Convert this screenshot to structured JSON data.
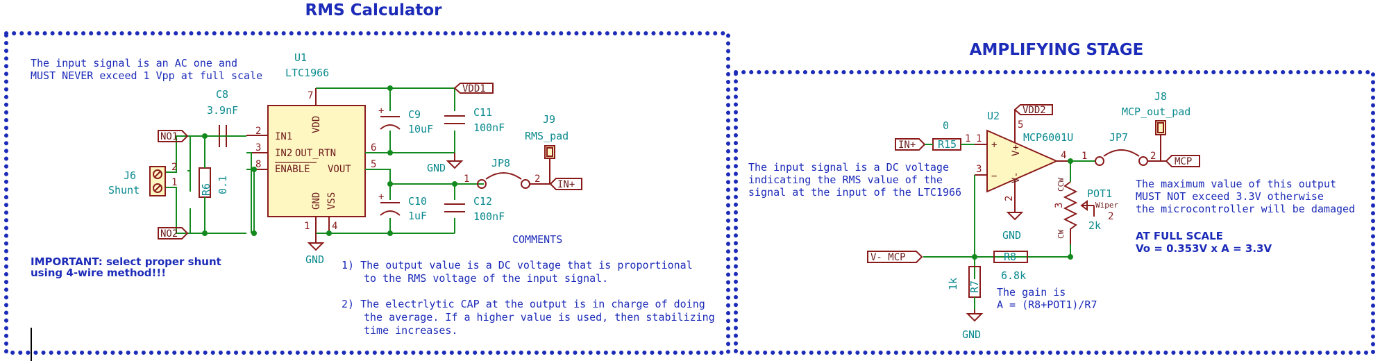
{
  "titles": {
    "rms": "RMS Calculator",
    "amp": "AMPLIFYING STAGE"
  },
  "notes": {
    "input_l1": "The input signal is an AC one and",
    "input_l2": "MUST NEVER exceed 1 Vpp at full scale",
    "shunt_l1": "IMPORTANT: select proper shunt",
    "shunt_l2": "using 4-wire method!!!",
    "comments_title": "COMMENTS",
    "c1_l1": "1) The output value is a DC voltage that is proportional",
    "c1_l2": "to the RMS  voltage of the input signal.",
    "c2_l1": "2) The electrlytic CAP at the output is in charge of doing",
    "c2_l2": "the average. If a higher value is used, then stabilizing",
    "c2_l3": "time increases.",
    "dc_l1": "The input signal is a DC voltage",
    "dc_l2": "indicating the RMS value of the",
    "dc_l3": "signal at the input of the LTC1966",
    "max_l1": "The maximum value of this output",
    "max_l2": "MUST NOT exceed 3.3V otherwise",
    "max_l3": "the microcontroller will be damaged",
    "fs_l1": "AT FULL SCALE",
    "fs_l2": "Vo = 0.353V x A = 3.3V",
    "gain_l1": "The gain is",
    "gain_l2": "A = (R8+POT1)/R7"
  },
  "u1": {
    "ref": "U1",
    "value": "LTC1966",
    "pins": {
      "vdd": "VDD",
      "in1": "IN1",
      "in2": "IN2",
      "out_rtn": "OUT_RTN",
      "enable": "ENABLE",
      "vout": "VOUT",
      "gnd": "GND",
      "vss": "VSS"
    },
    "pin_nums": {
      "p7": "7",
      "p2": "2",
      "p3": "3",
      "p8": "8",
      "p6": "6",
      "p5": "5",
      "p1": "1",
      "p4": "4"
    }
  },
  "components": {
    "c8": {
      "ref": "C8",
      "value": "3.9nF"
    },
    "c9": {
      "ref": "C9",
      "value": "10uF"
    },
    "c10": {
      "ref": "C10",
      "value": "1uF"
    },
    "c11": {
      "ref": "C11",
      "value": "100nF"
    },
    "c12": {
      "ref": "C12",
      "value": "100nF"
    },
    "r6": {
      "ref": "R6",
      "value": "0.1"
    },
    "j6": {
      "ref": "J6",
      "value": "Shunt",
      "p1": "1",
      "p2": "2"
    },
    "j8": {
      "ref": "J8",
      "value": "MCP_out_pad"
    },
    "j9": {
      "ref": "J9",
      "value": "RMS_pad"
    },
    "jp7": {
      "ref": "JP7",
      "p1": "1",
      "p2": "2"
    },
    "jp8": {
      "ref": "JP8",
      "p1": "1",
      "p2": "2"
    },
    "r15": {
      "ref": "R15",
      "value": "0",
      "p1": "1"
    },
    "r7": {
      "ref": "R7",
      "value": "1k"
    },
    "r8": {
      "ref": "R8",
      "value": "6.8k"
    },
    "pot1": {
      "ref": "POT1",
      "value": "2k",
      "wiper": "Wiper",
      "ccw": "CCW",
      "cw": "CW",
      "p2": "2",
      "p3": "3"
    },
    "u2": {
      "ref": "U2",
      "value": "MCP6001U",
      "vp": "V+",
      "vm": "V-",
      "p1": "1",
      "p3": "3",
      "p4": "4",
      "p5": "5",
      "p2": "2"
    }
  },
  "labels": {
    "no1": "NO1",
    "no2": "NO2",
    "vdd1": "VDD1",
    "vdd2": "VDD2",
    "inp1": "IN+",
    "inp2": "IN+",
    "mcp": "MCP",
    "vmcp": "V-_MCP",
    "gnd": "GND"
  },
  "colors": {
    "wire": "#138a1e",
    "component": "#8a1a1a",
    "text": "#0b8a8f",
    "note": "#1c2bb8",
    "fill": "#fff7c2"
  }
}
